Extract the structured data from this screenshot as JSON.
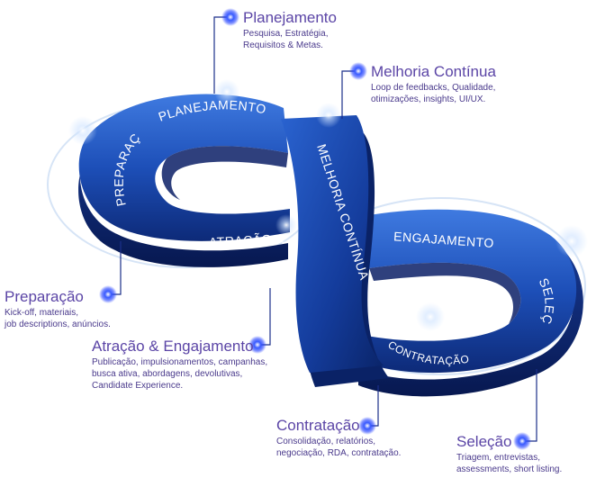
{
  "loop_labels": {
    "planejamento": "PLANEJAMENTO",
    "preparacao": "PREPARAÇÃO",
    "atracao": "ATRAÇÃO &",
    "melhoria": "MELHORIA CONTÍNUA",
    "engajamento": "ENGAJAMENTO",
    "selecao": "SELEÇÃO",
    "contratacao": "CONTRATAÇÃO"
  },
  "callouts": {
    "planejamento": {
      "title": "Planejamento",
      "lines": [
        "Pesquisa, Estratégia,",
        "Requisitos & Metas."
      ]
    },
    "melhoria": {
      "title": "Melhoria Contínua",
      "lines": [
        "Loop de feedbacks, Qualidade,",
        "otimizações, insights, UI/UX."
      ]
    },
    "preparacao": {
      "title": "Preparação",
      "lines": [
        "Kick-off, materiais,",
        "job descriptions, anúncios."
      ]
    },
    "atracao": {
      "title": "Atração & Engajamento",
      "lines": [
        "Publicação, impulsionamentos, campanhas,",
        "busca ativa, abordagens, devolutivas,",
        "Candidate Experience."
      ]
    },
    "contratacao": {
      "title": "Contratação",
      "lines": [
        "Consolidação, relatórios,",
        "negociação, RDA, contratação."
      ]
    },
    "selecao": {
      "title": "Seleção",
      "lines": [
        "Triagem, entrevistas,",
        "assessments, short listing."
      ]
    }
  },
  "colors": {
    "band_dark": "#0d2a78",
    "band_mid": "#1d4fb8",
    "band_light": "#3f7ae0",
    "accent": "#5b45a6",
    "marker": "#1e3cff"
  }
}
